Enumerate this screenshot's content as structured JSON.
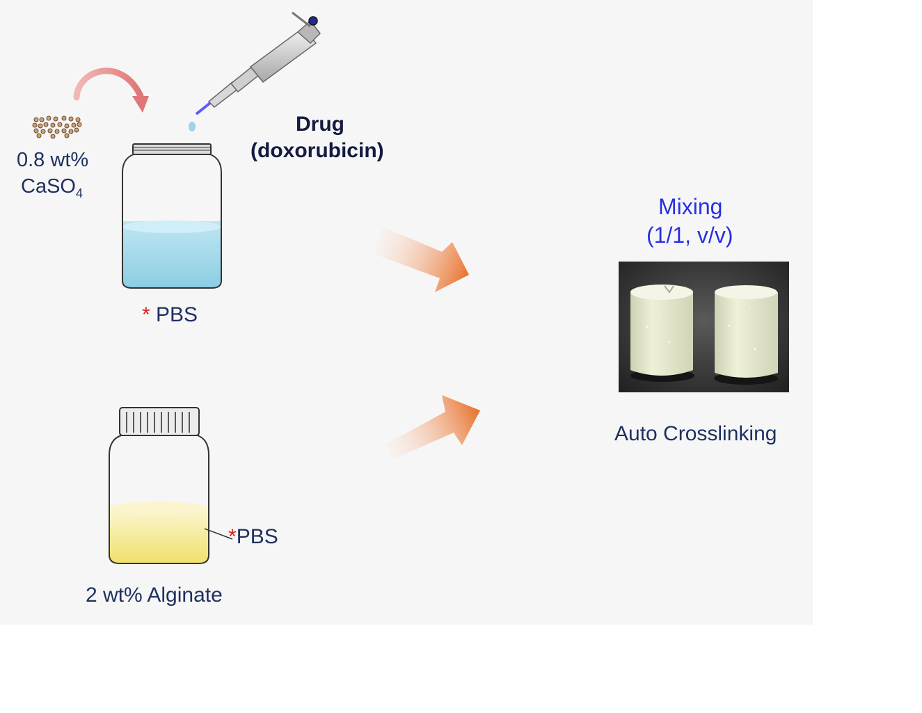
{
  "colors": {
    "panel_bg": "#f6f6f6",
    "label_navy": "#1e3160",
    "drug_text": "#141a40",
    "mixing_text": "#2a2fe0",
    "asterisk": "#e02020",
    "blue_solution": "#a9dcec",
    "yellow_solution": "#f4ea8c",
    "flow_arrow": "#e8702a",
    "curved_arrow": "#e88a8a"
  },
  "caso4": {
    "line1": "0.8 wt%",
    "line2_main": "CaSO",
    "line2_sub": "4"
  },
  "drug": {
    "line1": "Drug",
    "line2": "(doxorubicin)"
  },
  "top_jar": {
    "asterisk": "*",
    "label": "PBS"
  },
  "bottom_jar": {
    "asterisk": "*",
    "label": "PBS",
    "caption": "2 wt% Alginate"
  },
  "mixing": {
    "line1": "Mixing",
    "line2": "(1/1, v/v)"
  },
  "result": {
    "caption": "Auto Crosslinking"
  },
  "icons": [
    "caso4-particles-icon",
    "curved-arrow-icon",
    "pipette-icon",
    "drop-icon",
    "jar-icon",
    "flow-arrow-icon",
    "hydrogel-photo"
  ]
}
